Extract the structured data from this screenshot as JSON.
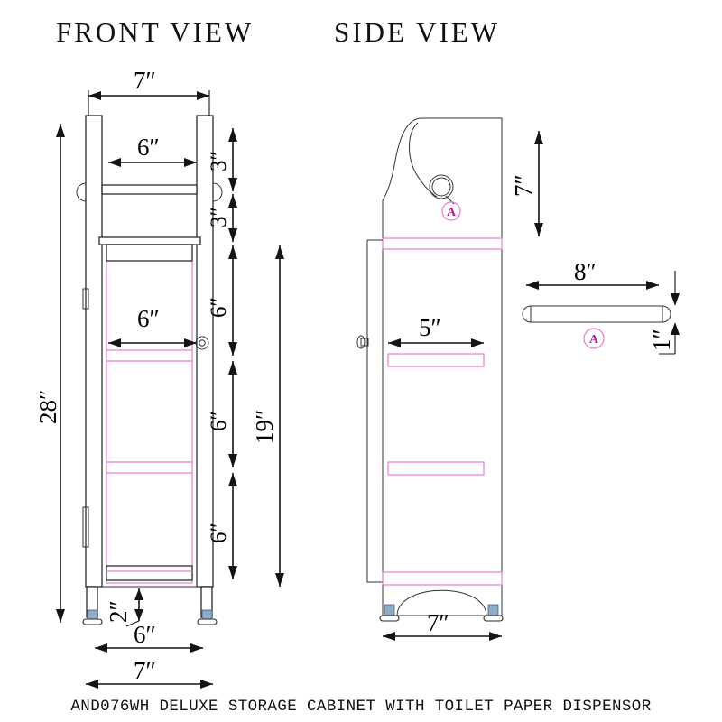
{
  "sheet": {
    "caption": "AND076WH DELUXE STORAGE CABINET WITH TOILET PAPER DISPENSOR",
    "accent_pink": "#e87fd0",
    "callout_color": "#b5179e",
    "line_color": "#1a1a1a",
    "background": "#ffffff"
  },
  "views": {
    "front": {
      "title": "FRONT VIEW"
    },
    "side": {
      "title": "SIDE VIEW"
    }
  },
  "dimensions": {
    "front_top_width": "7″",
    "front_inner_width": "6″",
    "front_shelf_width": "6″",
    "front_overall_height": "28″",
    "front_cabinet_height": "19″",
    "front_seg_a": "3″",
    "front_seg_b": "3″",
    "front_seg_c": "6″",
    "front_seg_d": "6″",
    "front_seg_e": "6″",
    "front_foot_height": "2″",
    "front_bottom_inner": "6″",
    "front_bottom_outer": "7″",
    "side_top_height": "7″",
    "side_shelf_depth": "5″",
    "side_bottom_depth": "7″",
    "detail_bar_length": "8″",
    "detail_bar_diameter": "1″"
  },
  "callouts": {
    "hook_label": "A",
    "bar_label": "A"
  }
}
